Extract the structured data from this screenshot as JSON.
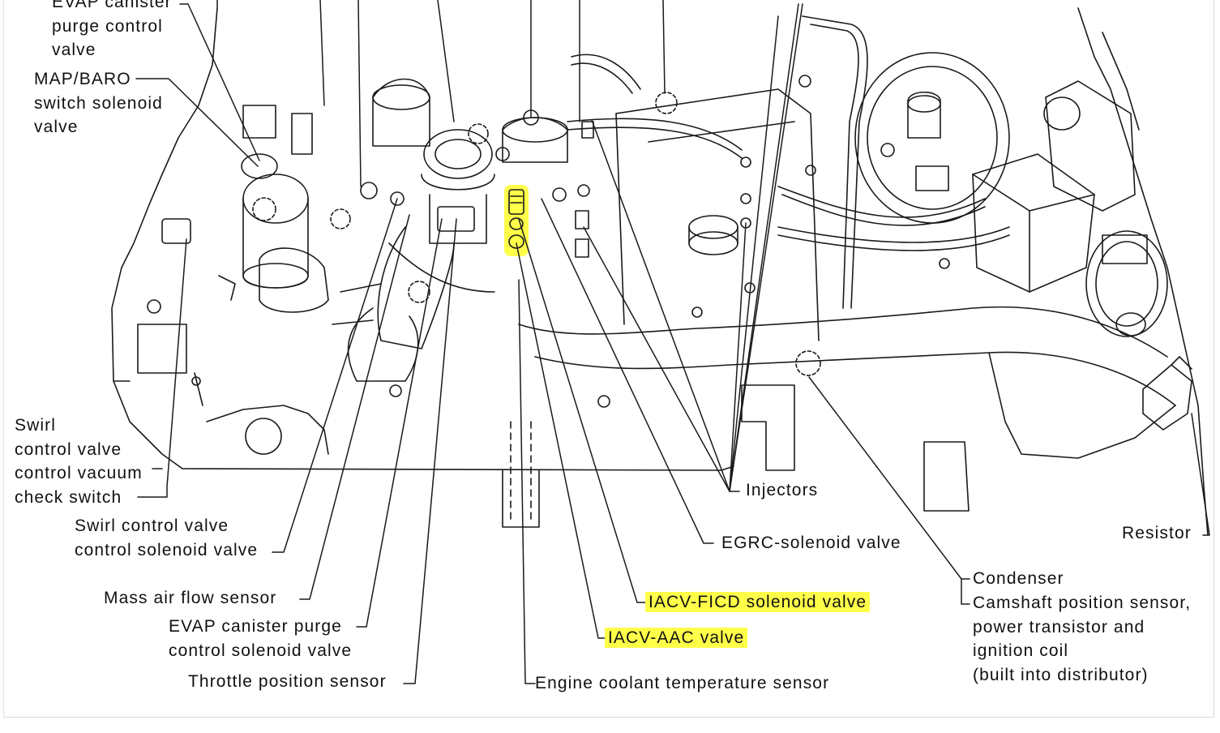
{
  "labels": {
    "evap_purge_control_valve": "EVAP canister\npurge control\nvalve",
    "map_baro": "MAP/BARO\nswitch solenoid\nvalve",
    "swirl_vacuum_check": "Swirl\ncontrol valve\ncontrol vacuum\ncheck switch",
    "swirl_solenoid": "Swirl control valve\ncontrol solenoid valve",
    "mass_air_flow": "Mass air flow sensor",
    "evap_purge_solenoid": "EVAP canister purge\ncontrol solenoid valve",
    "throttle_position": "Throttle position sensor",
    "injectors": "Injectors",
    "egrc": "EGRC-solenoid valve",
    "resistor": "Resistor",
    "iacv_ficd": "IACV-FICD solenoid valve",
    "iacv_aac": "IACV-AAC valve",
    "coolant_temp": "Engine coolant temperature sensor",
    "condenser": "Condenser",
    "camshaft": "Camshaft position sensor,\npower transistor and\nignition coil\n(built into distributor)"
  },
  "colors": {
    "highlight": "#ffff4a",
    "ink": "#111111"
  }
}
